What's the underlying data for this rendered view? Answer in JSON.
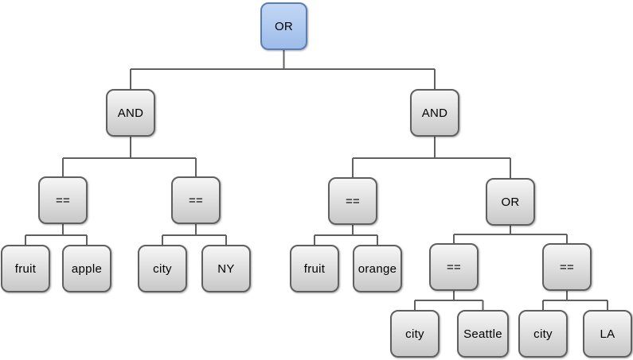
{
  "diagram": {
    "type": "expression-tree",
    "root": {
      "label": "OR",
      "children": [
        {
          "label": "AND",
          "children": [
            {
              "label": "==",
              "children": [
                {
                  "label": "fruit",
                  "children": []
                },
                {
                  "label": "apple",
                  "children": []
                }
              ]
            },
            {
              "label": "==",
              "children": [
                {
                  "label": "city",
                  "children": []
                },
                {
                  "label": "NY",
                  "children": []
                }
              ]
            }
          ]
        },
        {
          "label": "AND",
          "children": [
            {
              "label": "==",
              "children": [
                {
                  "label": "fruit",
                  "children": []
                },
                {
                  "label": "orange",
                  "children": []
                }
              ]
            },
            {
              "label": "OR",
              "children": [
                {
                  "label": "==",
                  "children": [
                    {
                      "label": "city",
                      "children": []
                    },
                    {
                      "label": "Seattle",
                      "children": []
                    }
                  ]
                },
                {
                  "label": "==",
                  "children": [
                    {
                      "label": "city",
                      "children": []
                    },
                    {
                      "label": "LA",
                      "children": []
                    }
                  ]
                }
              ]
            }
          ]
        }
      ]
    },
    "colors": {
      "background": "#ffffff",
      "text": "#000000",
      "edge": "#606060",
      "node_border": "#5f5f5f",
      "node_fill_top": "#f6f6f6",
      "node_fill_bottom": "#c8c8c8",
      "highlight_node_border": "#5a7db5",
      "highlight_node_fill_top": "#c3d7f5",
      "highlight_node_fill_bottom": "#9dbce9"
    }
  }
}
